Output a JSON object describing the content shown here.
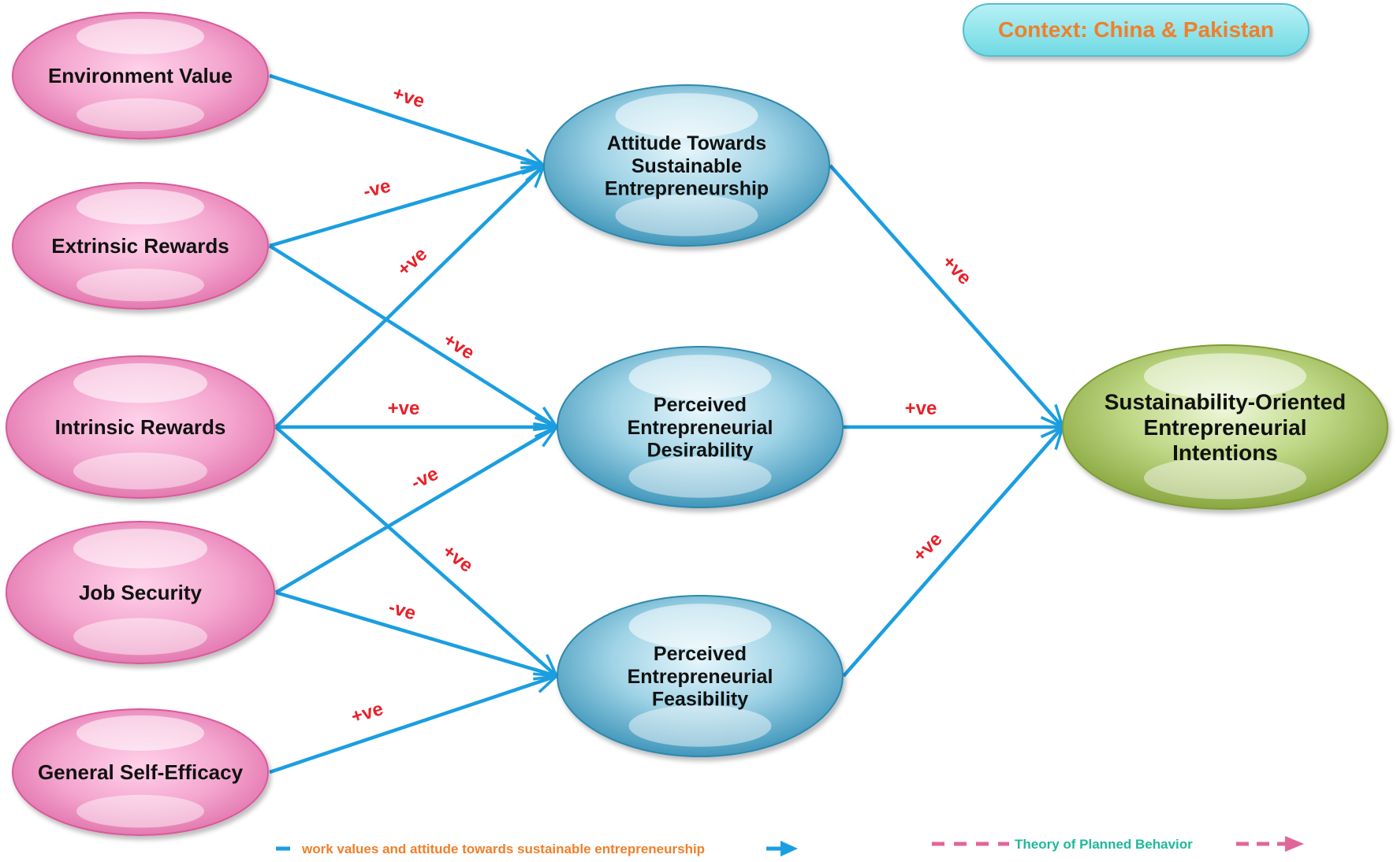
{
  "context": {
    "label": "Context: China & Pakistan",
    "text_color": "#f07f2a",
    "fill": "#7fe3ea"
  },
  "colors": {
    "arrow": "#1b9ee0",
    "sign": "#e8202a",
    "pink": "#f08cc0",
    "blue": "#5fb0cc",
    "green": "#a6c45e",
    "legend_dashed": "#e0669a"
  },
  "nodes": {
    "environment_value": {
      "label": [
        "Environment Value"
      ]
    },
    "extrinsic_rewards": {
      "label": [
        "Extrinsic Rewards"
      ]
    },
    "intrinsic_rewards": {
      "label": [
        "Intrinsic Rewards"
      ]
    },
    "job_security": {
      "label": [
        "Job Security"
      ]
    },
    "general_self_efficacy": {
      "label": [
        "General Self-Efficacy"
      ]
    },
    "attitude": {
      "label": [
        "Attitude Towards",
        "Sustainable",
        "Entrepreneurship"
      ]
    },
    "desirability": {
      "label": [
        "Perceived",
        "Entrepreneurial",
        "Desirability"
      ]
    },
    "feasibility": {
      "label": [
        "Perceived",
        "Entrepreneurial",
        "Feasibility"
      ]
    },
    "intentions": {
      "label": [
        "Sustainability-Oriented",
        "Entrepreneurial",
        "Intentions"
      ]
    }
  },
  "edges": [
    {
      "from": "environment_value",
      "to": "attitude",
      "sign": "+ve"
    },
    {
      "from": "extrinsic_rewards",
      "to": "attitude",
      "sign": "-ve"
    },
    {
      "from": "extrinsic_rewards",
      "to": "desirability",
      "sign": "+ve"
    },
    {
      "from": "intrinsic_rewards",
      "to": "attitude",
      "sign": "+ve"
    },
    {
      "from": "intrinsic_rewards",
      "to": "desirability",
      "sign": "+ve"
    },
    {
      "from": "intrinsic_rewards",
      "to": "feasibility",
      "sign": "+ve"
    },
    {
      "from": "job_security",
      "to": "desirability",
      "sign": "-ve"
    },
    {
      "from": "job_security",
      "to": "feasibility",
      "sign": "-ve"
    },
    {
      "from": "general_self_efficacy",
      "to": "feasibility",
      "sign": "+ve"
    },
    {
      "from": "attitude",
      "to": "intentions",
      "sign": "+ve"
    },
    {
      "from": "desirability",
      "to": "intentions",
      "sign": "+ve"
    },
    {
      "from": "feasibility",
      "to": "intentions",
      "sign": "+ve"
    }
  ],
  "legend": {
    "work_values": {
      "label": "work values and attitude towards sustainable entrepreneurship",
      "text_color": "#f07f2a"
    },
    "tpb": {
      "label": "Theory of Planned Behavior",
      "text_color": "#1fb89a"
    }
  }
}
